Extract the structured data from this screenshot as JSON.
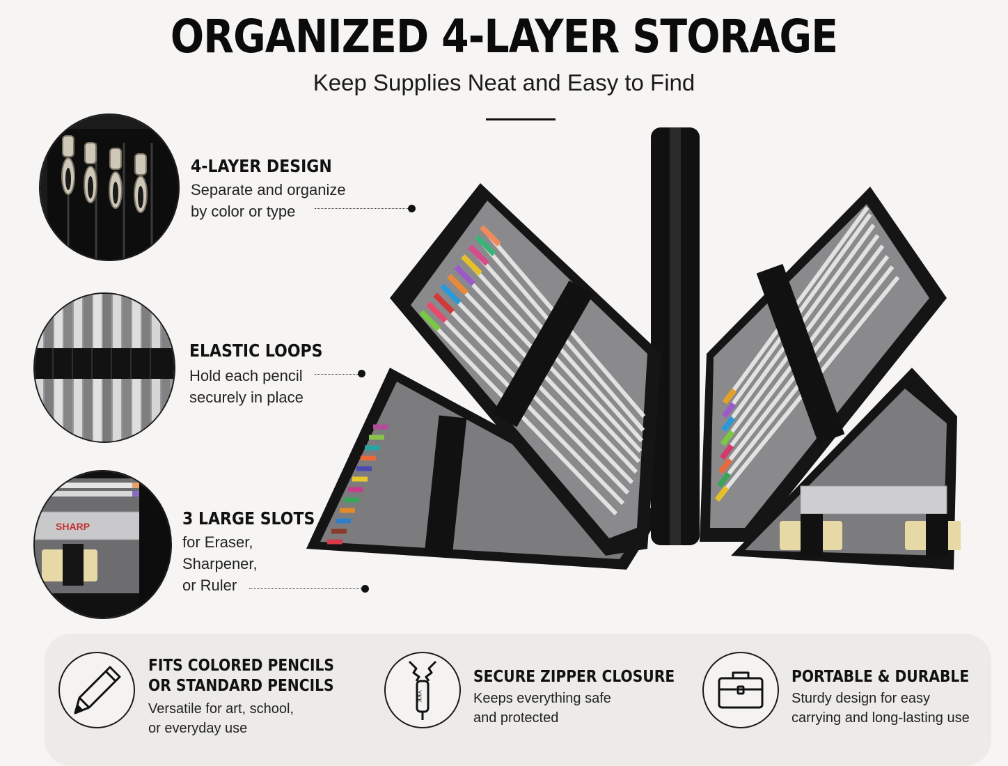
{
  "header": {
    "title": "ORGANIZED 4-LAYER STORAGE",
    "subtitle": "Keep Supplies Neat and Easy to Find"
  },
  "features": [
    {
      "icon": "zipper-pulls-image",
      "title": "4-LAYER DESIGN",
      "lines": [
        "Separate and organize",
        "by color or type"
      ]
    },
    {
      "icon": "elastic-loops-image",
      "title": "ELASTIC LOOPS",
      "lines": [
        "Hold each pencil",
        "securely in place"
      ]
    },
    {
      "icon": "eraser-slot-image",
      "title": "3 LARGE SLOTS",
      "lines": [
        "for Eraser,",
        "Sharpener,",
        "or Ruler"
      ]
    }
  ],
  "bottom_features": [
    {
      "icon": "pencil-icon",
      "title_lines": [
        "FITS COLORED PENCILS",
        "OR STANDARD PENCILS"
      ],
      "lines": [
        "Versatile for art, school,",
        "or everyday use"
      ]
    },
    {
      "icon": "zipper-icon",
      "title_lines": [
        "SECURE ZIPPER CLOSURE"
      ],
      "lines": [
        "Keeps everything safe",
        "and protected"
      ]
    },
    {
      "icon": "briefcase-icon",
      "title_lines": [
        "PORTABLE & DURABLE"
      ],
      "lines": [
        "Sturdy design for easy",
        "carrying and long-lasting use"
      ]
    }
  ],
  "product_image": {
    "label": "ruler-brand",
    "text": "SHARP"
  },
  "colors": {
    "background": "#f6f5f3",
    "panel": "#ecebe8",
    "ink": "#111111",
    "case": "#161616",
    "case_interior": "#8a8a8c"
  }
}
